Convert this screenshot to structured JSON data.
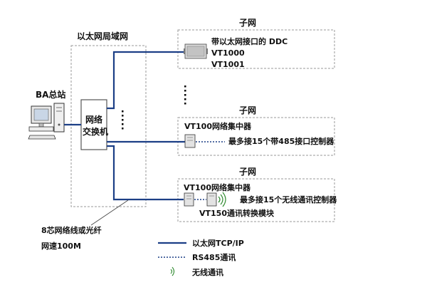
{
  "lan": {
    "title": "以太网局域网"
  },
  "ba_station": {
    "label": "BA总站"
  },
  "switch": {
    "line1": "网络",
    "line2": "交换机"
  },
  "subnet1": {
    "title": "子网",
    "line1": "带以太网接口的 DDC",
    "line2": "VT1000",
    "line3": "VT1001"
  },
  "subnet2": {
    "title": "子网",
    "concentrator": "VT100网络集中器",
    "max_note": "最多接15个带485接口控制器"
  },
  "subnet3": {
    "title": "子网",
    "concentrator": "VT100网络集中器",
    "max_note": "最多接15个无线通讯控制器",
    "module": "VT150通讯转换模块"
  },
  "cable": {
    "line1": "8芯网络线或光纤",
    "line2": "网速100M"
  },
  "legend": {
    "ethernet": "以太网TCP/IP",
    "rs485": "RS485通讯",
    "wireless": "无线通讯"
  },
  "colors": {
    "line": "#1c3f86",
    "dashed_box": "#9a9a9a"
  }
}
